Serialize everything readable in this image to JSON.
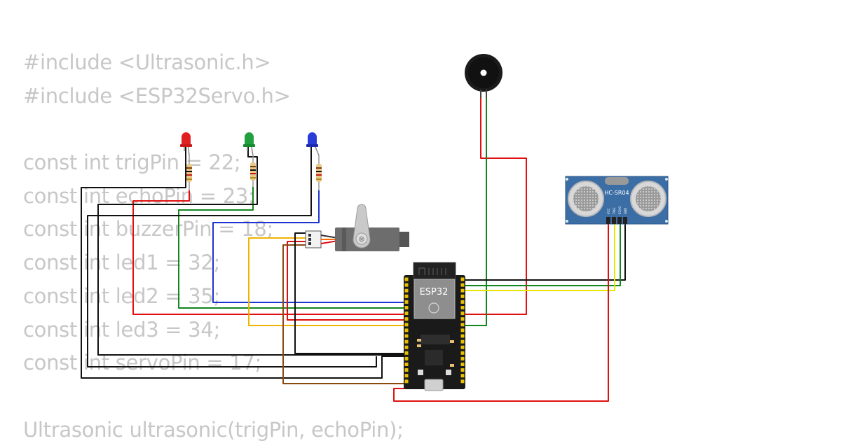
{
  "code": {
    "lines": [
      "#include <Ultrasonic.h>",
      "#include <ESP32Servo.h>",
      "",
      "const int trigPin = 22;",
      "const int echoPin = 23;",
      "const int buzzerPin = 18;",
      "const int led1 = 32;",
      "const int led2 = 35;",
      "const int led3 = 34;",
      "const int servoPin = 17;",
      "",
      "Ultrasonic ultrasonic(trigPin, echoPin);"
    ]
  },
  "components": {
    "esp32": {
      "label": "ESP32"
    },
    "sensor": {
      "label": "HC-SR04",
      "pins": [
        "VCC",
        "TRIG",
        "ECHO",
        "GND"
      ]
    },
    "leds": [
      {
        "color": "#e02020"
      },
      {
        "color": "#22a040"
      },
      {
        "color": "#2a3cd8"
      }
    ],
    "buzzer": {},
    "servo": {}
  },
  "colors": {
    "wire_black": "#111111",
    "wire_red": "#e01010",
    "wire_green": "#13851f",
    "wire_blue": "#1f33d0",
    "wire_yellow": "#e6c000",
    "wire_gold": "#f0b400",
    "wire_brown": "#8a4a12",
    "board": "#1a1a1a",
    "sensor_board": "#3c6ea6"
  }
}
